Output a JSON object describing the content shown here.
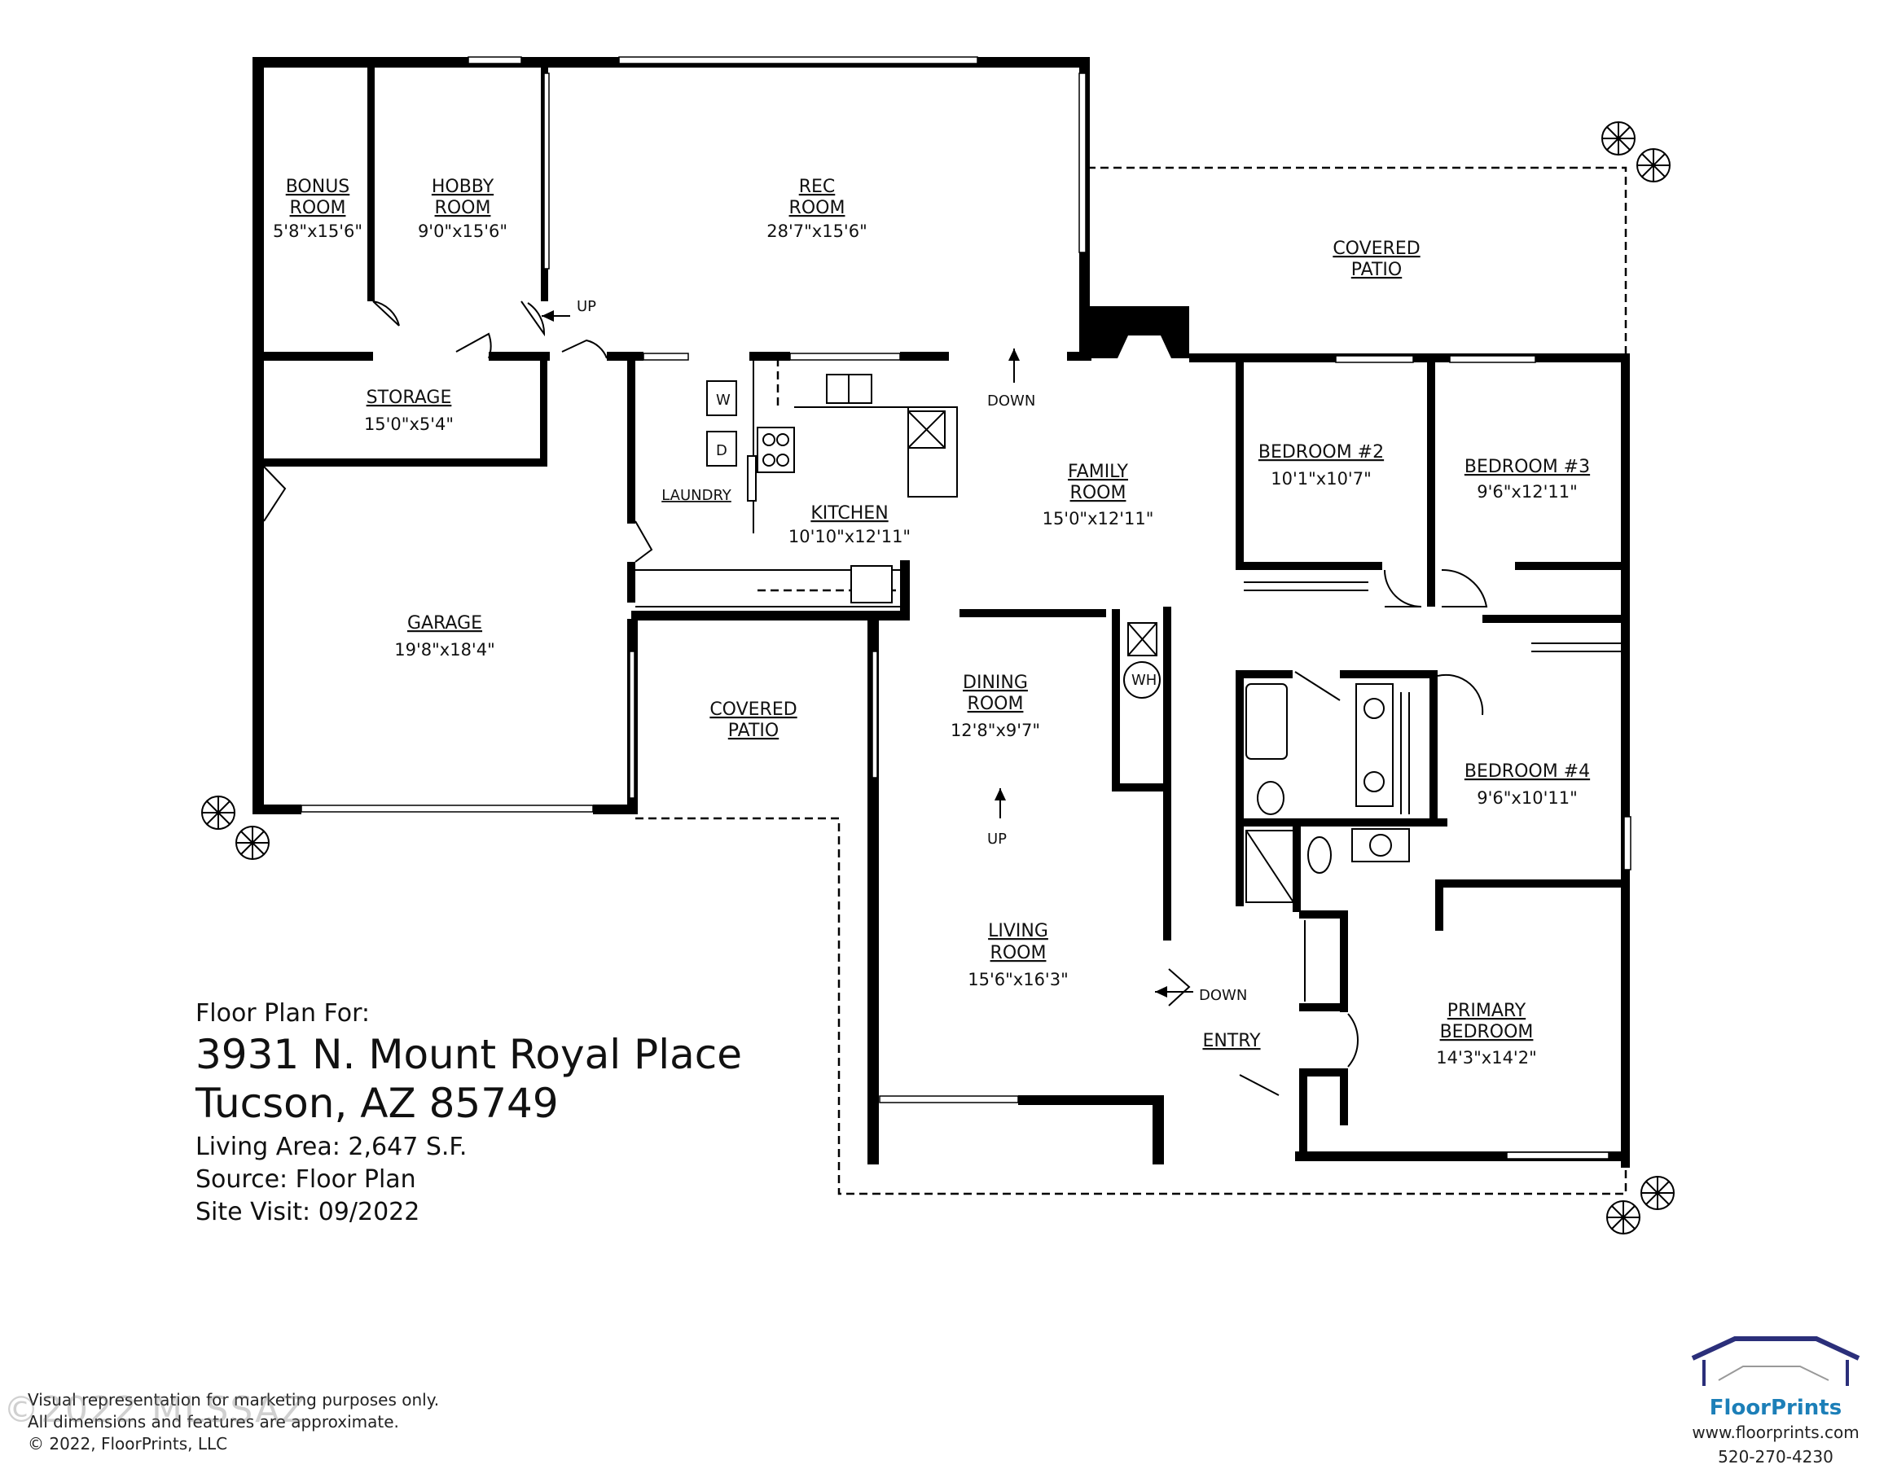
{
  "rooms": {
    "bonus": {
      "name": [
        "BONUS",
        "ROOM"
      ],
      "dims": "5'8\"x15'6\""
    },
    "hobby": {
      "name": [
        "HOBBY",
        "ROOM"
      ],
      "dims": "9'0\"x15'6\""
    },
    "rec": {
      "name": [
        "REC",
        "ROOM"
      ],
      "dims": "28'7\"x15'6\""
    },
    "covered_patio_rear": {
      "name": [
        "COVERED",
        "PATIO"
      ]
    },
    "storage": {
      "name": [
        "STORAGE"
      ],
      "dims": "15'0\"x5'4\""
    },
    "laundry": {
      "name": [
        "LAUNDRY"
      ]
    },
    "kitchen": {
      "name": [
        "KITCHEN"
      ],
      "dims": "10'10\"x12'11\""
    },
    "family": {
      "name": [
        "FAMILY",
        "ROOM"
      ],
      "dims": "15'0\"x12'11\""
    },
    "bedroom2": {
      "name": [
        "BEDROOM #2"
      ],
      "dims": "10'1\"x10'7\""
    },
    "bedroom3": {
      "name": [
        "BEDROOM #3"
      ],
      "dims": "9'6\"x12'11\""
    },
    "garage": {
      "name": [
        "GARAGE"
      ],
      "dims": "19'8\"x18'4\""
    },
    "covered_patio_side": {
      "name": [
        "COVERED",
        "PATIO"
      ]
    },
    "dining": {
      "name": [
        "DINING",
        "ROOM"
      ],
      "dims": "12'8\"x9'7\""
    },
    "bedroom4": {
      "name": [
        "BEDROOM #4"
      ],
      "dims": "9'6\"x10'11\""
    },
    "living": {
      "name": [
        "LIVING",
        "ROOM"
      ],
      "dims": "15'6\"x16'3\""
    },
    "entry": {
      "name": [
        "ENTRY"
      ]
    },
    "primary": {
      "name": [
        "PRIMARY",
        "BEDROOM"
      ],
      "dims": "14'3\"x14'2\""
    }
  },
  "markers": {
    "up_hobby": "UP",
    "down_rec": "DOWN",
    "up_dining": "UP",
    "down_entry": "DOWN",
    "washer": "W",
    "dryer": "D",
    "water_heater": "WH"
  },
  "info": {
    "heading": "Floor Plan For:",
    "address_line1": "3931 N. Mount Royal Place",
    "address_line2": "Tucson, AZ  85749",
    "living_area": "Living Area:  2,647 S.F.",
    "source": "Source:  Floor Plan",
    "site_visit": "Site Visit:  09/2022"
  },
  "disclaimer": {
    "line1": "Visual representation for marketing purposes only.",
    "line2": "All dimensions and features are approximate.",
    "line3": "© 2022, FloorPrints, LLC"
  },
  "watermark": "©2022 MLSSAZ",
  "brand": {
    "name": "FloorPrints",
    "website": "www.floorprints.com",
    "phone": "520-270-4230",
    "accent_color": "#1c7fb8",
    "roof_color": "#2b2f7a"
  }
}
